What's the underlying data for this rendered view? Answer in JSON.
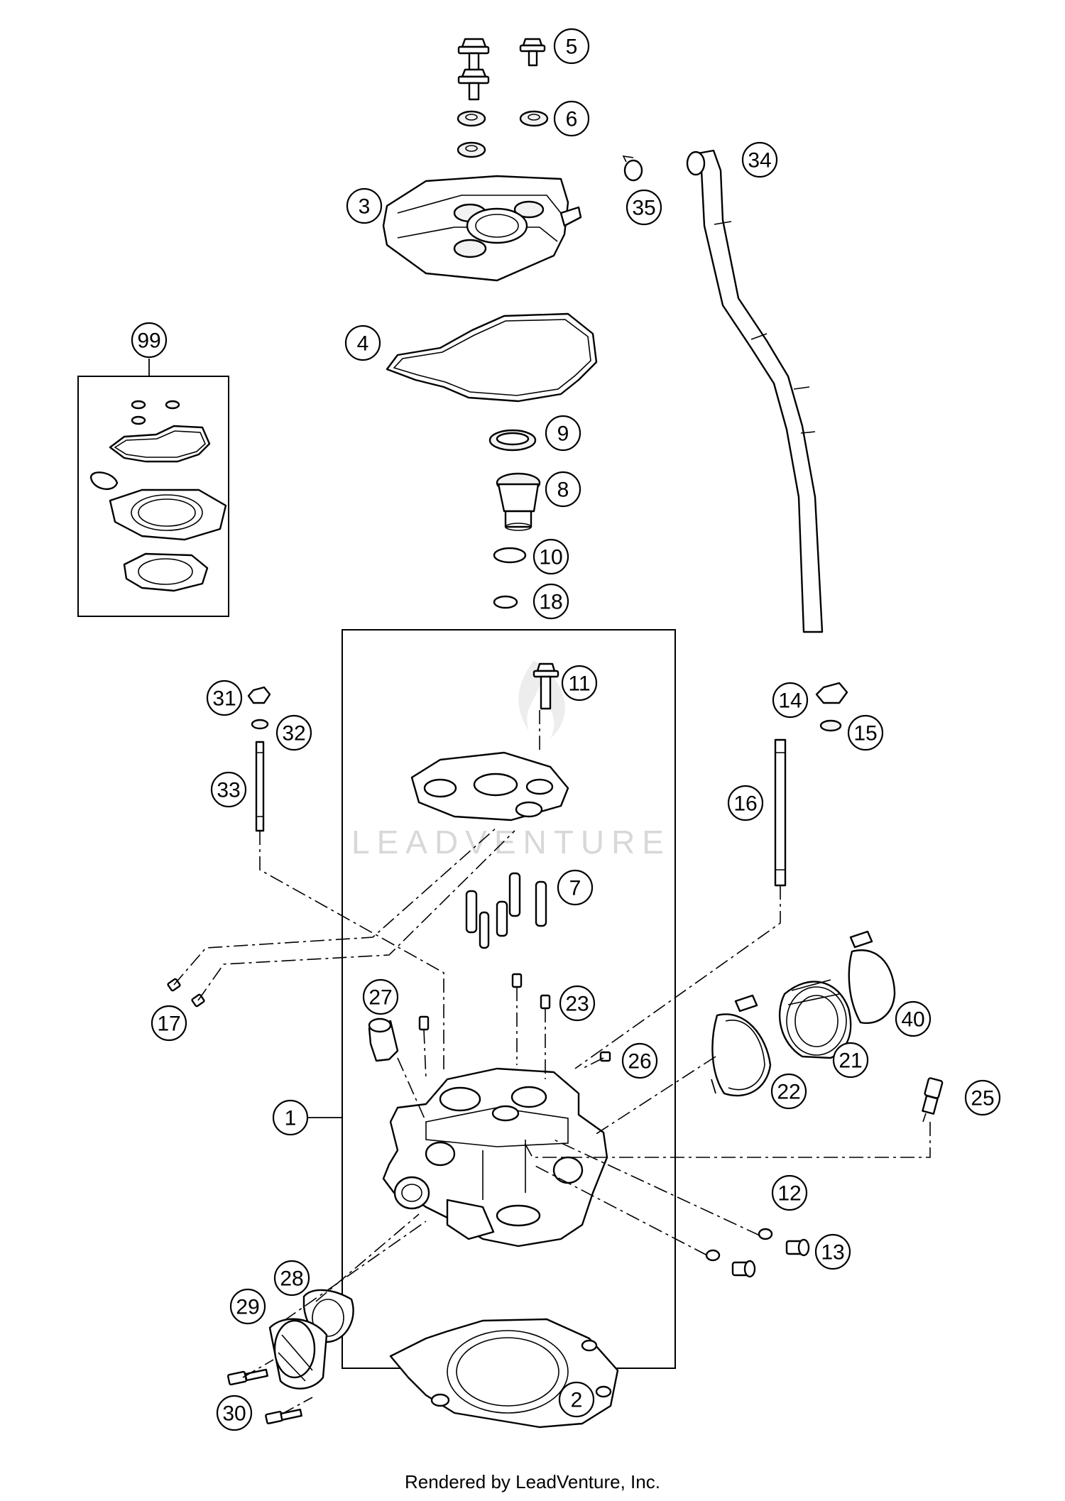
{
  "watermark": "LEADVENTURE",
  "footer": "Rendered by LeadVenture, Inc.",
  "callouts": {
    "c1": "1",
    "c2": "2",
    "c3": "3",
    "c4": "4",
    "c5": "5",
    "c6": "6",
    "c7": "7",
    "c8": "8",
    "c9": "9",
    "c10": "10",
    "c11": "11",
    "c12": "12",
    "c13": "13",
    "c14": "14",
    "c15": "15",
    "c16": "16",
    "c17": "17",
    "c18": "18",
    "c21": "21",
    "c22": "22",
    "c23": "23",
    "c25": "25",
    "c26": "26",
    "c27": "27",
    "c28": "28",
    "c29": "29",
    "c30": "30",
    "c31": "31",
    "c32": "32",
    "c33": "33",
    "c34": "34",
    "c35": "35",
    "c40": "40",
    "c99": "99"
  }
}
